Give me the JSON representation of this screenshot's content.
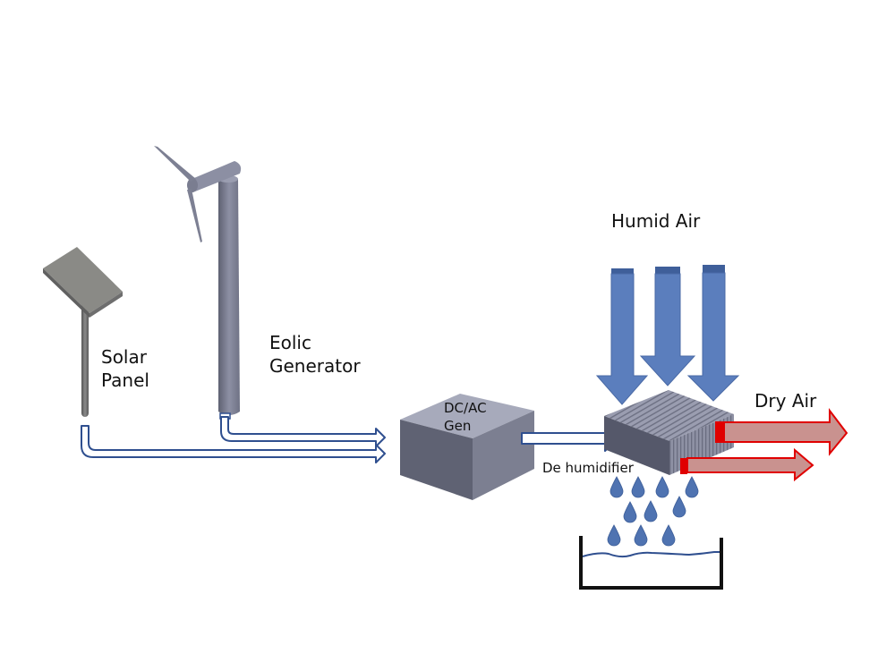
{
  "diagram": {
    "title": "Renewable-powered dehumidifier water harvesting system",
    "components": {
      "solar_panel": {
        "label_line1": "Solar",
        "label_line2": "Panel"
      },
      "wind_turbine": {
        "label_line1": "Eolic",
        "label_line2": "Generator"
      },
      "inverter": {
        "label_line1": "DC/AC",
        "label_line2": "Gen"
      },
      "dehumidifier": {
        "label": "De humidifier"
      },
      "humid_air": {
        "label": "Humid Air",
        "arrow_count": 3
      },
      "dry_air": {
        "label": "Dry Air",
        "arrow_count": 2
      },
      "water_drops": {
        "count": 10
      },
      "water_tank": {
        "label": ""
      }
    },
    "flows": [
      {
        "from": "solar_panel",
        "to": "inverter",
        "type": "power"
      },
      {
        "from": "wind_turbine",
        "to": "inverter",
        "type": "power"
      },
      {
        "from": "inverter",
        "to": "dehumidifier",
        "type": "power"
      },
      {
        "from": "humid_air",
        "to": "dehumidifier",
        "type": "air-in"
      },
      {
        "from": "dehumidifier",
        "to": "dry_air",
        "type": "air-out"
      },
      {
        "from": "dehumidifier",
        "to": "water_tank",
        "type": "water"
      }
    ],
    "colors": {
      "power_outline": "#2f4f8f",
      "humid_arrow": "#5b7ebd",
      "dry_arrow_fill": "#c9928f",
      "dry_arrow_outline": "#e00000",
      "drop": "#4f73b1",
      "metal": "#8c8fa3"
    }
  }
}
